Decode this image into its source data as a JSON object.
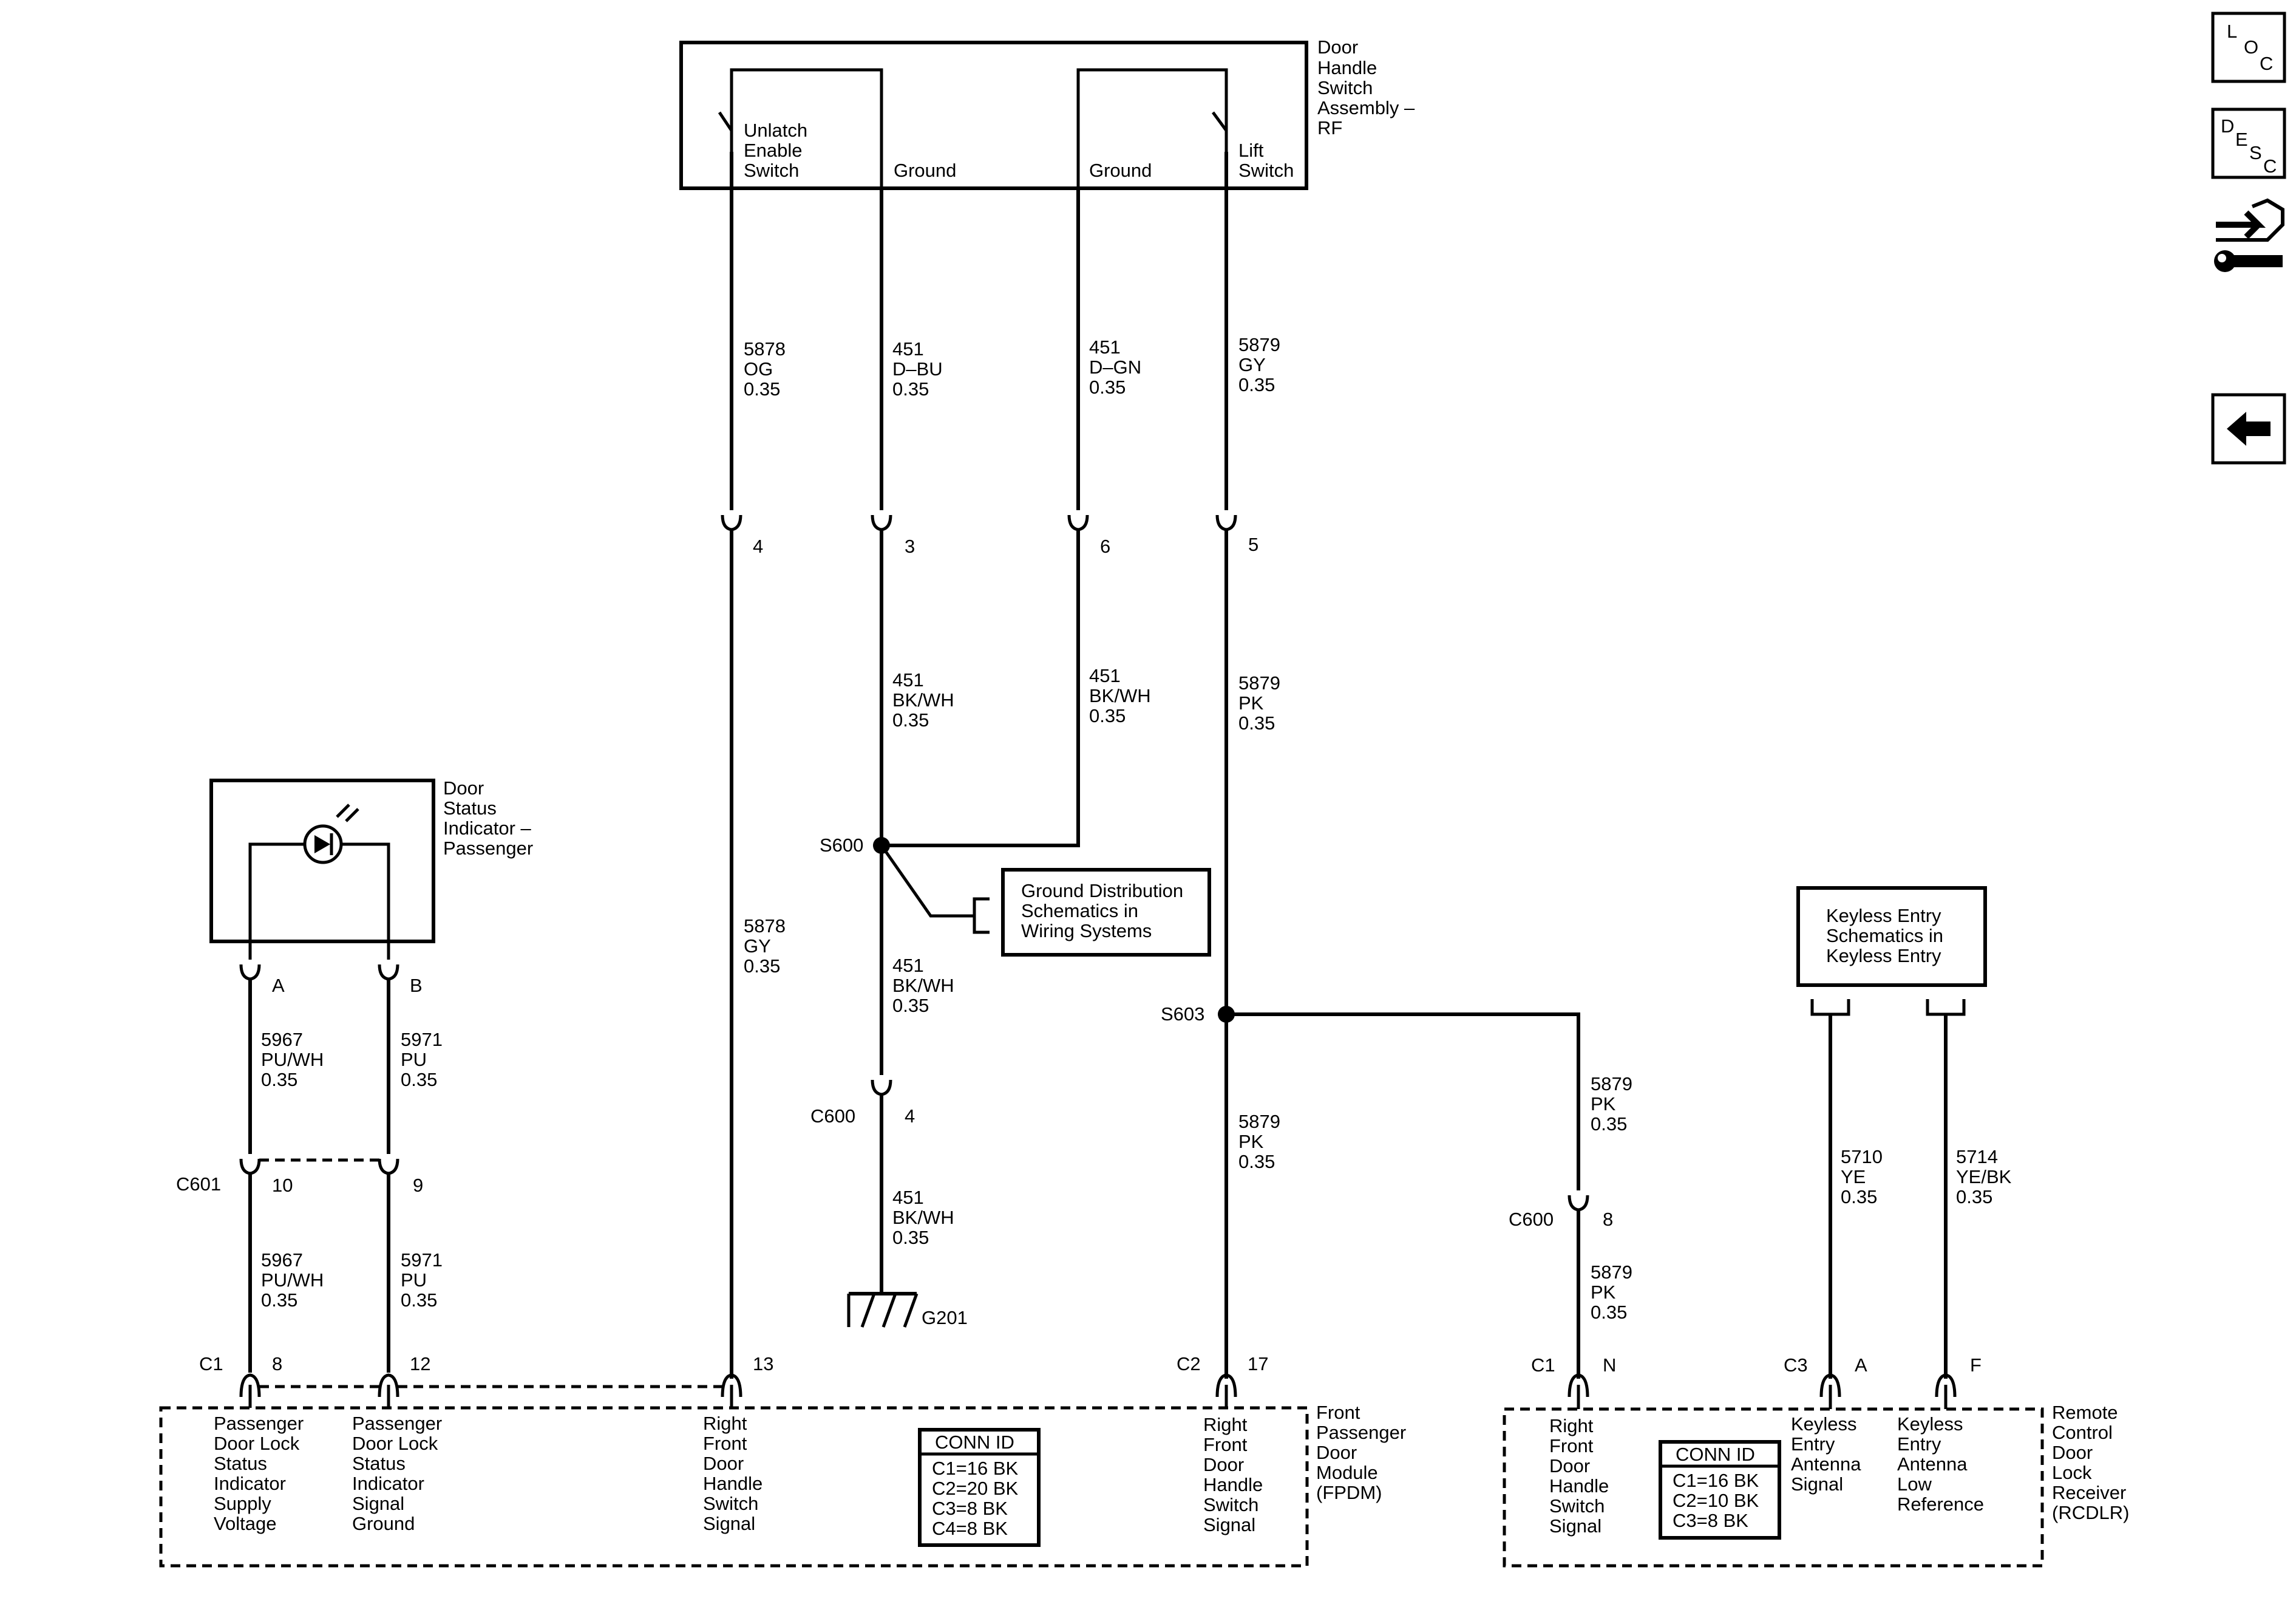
{
  "components": {
    "door_handle_switch": {
      "name_lines": [
        "Door",
        "Handle",
        "Switch",
        "Assembly –",
        "RF"
      ],
      "unlatch_label": [
        "Unlatch",
        "Enable",
        "Switch"
      ],
      "ground_left": "Ground",
      "ground_right": "Ground",
      "lift_label": [
        "Lift",
        "Switch"
      ]
    },
    "door_status_indicator": {
      "name_lines": [
        "Door",
        "Status",
        "Indicator –",
        "Passenger"
      ],
      "pin_a": "A",
      "pin_b": "B"
    },
    "ground_distribution": [
      "Ground Distribution",
      "Schematics in",
      "Wiring Systems"
    ],
    "keyless_entry": [
      "Keyless Entry",
      "Schematics in",
      "Keyless Entry"
    ],
    "fpdm": {
      "name_lines": [
        "Front",
        "Passenger",
        "Door",
        "Module",
        "(FPDM)"
      ],
      "pin1": [
        "Passenger",
        "Door Lock",
        "Status",
        "Indicator",
        "Supply",
        "Voltage"
      ],
      "pin2": [
        "Passenger",
        "Door Lock",
        "Status",
        "Indicator",
        "Signal",
        "Ground"
      ],
      "pin3": [
        "Right",
        "Front",
        "Door",
        "Handle",
        "Switch",
        "Signal"
      ],
      "pin4": [
        "Right",
        "Front",
        "Door",
        "Handle",
        "Switch",
        "Signal"
      ],
      "conn_id_title": "CONN ID",
      "conn_ids": [
        "C1=16 BK",
        "C2=20 BK",
        "C3=8 BK",
        "C4=8 BK"
      ]
    },
    "rcdlr": {
      "name_lines": [
        "Remote",
        "Control",
        "Door",
        "Lock",
        "Receiver",
        "(RCDLR)"
      ],
      "pin1": [
        "Right",
        "Front",
        "Door",
        "Handle",
        "Switch",
        "Signal"
      ],
      "pin2": [
        "Keyless",
        "Entry",
        "Antenna",
        "Signal"
      ],
      "pin3": [
        "Keyless",
        "Entry",
        "Antenna",
        "Low",
        "Reference"
      ],
      "conn_id_title": "CONN ID",
      "conn_ids": [
        "C1=16 BK",
        "C2=10 BK",
        "C3=8 BK"
      ]
    }
  },
  "wires": {
    "w5878_og": [
      "5878",
      "OG",
      "0.35"
    ],
    "w451_dbu": [
      "451",
      "D–BU",
      "0.35"
    ],
    "w451_dgn": [
      "451",
      "D–GN",
      "0.35"
    ],
    "w5879_gy": [
      "5879",
      "GY",
      "0.35"
    ],
    "w451_bkwh_a": [
      "451",
      "BK/WH",
      "0.35"
    ],
    "w451_bkwh_b": [
      "451",
      "BK/WH",
      "0.35"
    ],
    "w451_bkwh_c": [
      "451",
      "BK/WH",
      "0.35"
    ],
    "w451_bkwh_d": [
      "451",
      "BK/WH",
      "0.35"
    ],
    "w5879_pk_a": [
      "5879",
      "PK",
      "0.35"
    ],
    "w5878_gy": [
      "5878",
      "GY",
      "0.35"
    ],
    "w5879_pk_b": [
      "5879",
      "PK",
      "0.35"
    ],
    "w5879_pk_c": [
      "5879",
      "PK",
      "0.35"
    ],
    "w5879_pk_d": [
      "5879",
      "PK",
      "0.35"
    ],
    "w5967_a": [
      "5967",
      "PU/WH",
      "0.35"
    ],
    "w5971_a": [
      "5971",
      "PU",
      "0.35"
    ],
    "w5967_b": [
      "5967",
      "PU/WH",
      "0.35"
    ],
    "w5971_b": [
      "5971",
      "PU",
      "0.35"
    ],
    "w5710": [
      "5710",
      "YE",
      "0.35"
    ],
    "w5714": [
      "5714",
      "YE/BK",
      "0.35"
    ]
  },
  "connectors": {
    "pin4": "4",
    "pin3": "3",
    "pin6": "6",
    "pin5": "5",
    "c600": "C600",
    "c600_pin4": "4",
    "c600b": "C600",
    "c600b_pin8": "8",
    "c601": "C601",
    "c601_pin10": "10",
    "c601_pin9": "9",
    "c1": "C1",
    "c1_pin8": "8",
    "c1_pin12": "12",
    "pin13": "13",
    "c2": "C2",
    "c2_pin17": "17",
    "c1b": "C1",
    "c1b_pinN": "N",
    "c3": "C3",
    "c3_pinA": "A",
    "pinF": "F"
  },
  "splices": {
    "s600": "S600",
    "s603": "S603"
  },
  "ground": {
    "g201": "G201"
  },
  "side_buttons": {
    "loc": [
      "L",
      "O",
      "C"
    ],
    "desc": [
      "D",
      "E",
      "S",
      "C"
    ],
    "icons": [
      "connector-repair-icon",
      "back-arrow-icon"
    ]
  }
}
